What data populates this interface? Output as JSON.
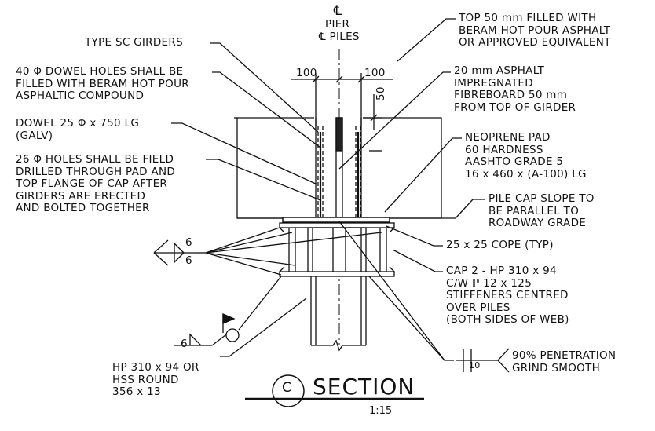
{
  "centerline": {
    "symbol": "℄",
    "line1": "PIER",
    "line2": "℄ PILES"
  },
  "dimensions": {
    "left_width": "100",
    "right_width": "100",
    "depth": "50"
  },
  "labels_left": {
    "girders": "TYPE SC GIRDERS",
    "dowel_holes": "40 Φ DOWEL HOLES SHALL BE\nFILLED WITH BERAM HOT POUR\nASPHALTIC COMPOUND",
    "dowel": "DOWEL 25 Φ x 750 LG\n(GALV)",
    "field_holes": "26 Φ HOLES SHALL BE FIELD\nDRILLED THROUGH PAD AND\nTOP FLANGE OF CAP AFTER\nGIRDERS ARE ERECTED\nAND BOLTED TOGETHER",
    "pile": "HP 310 x 94 OR\nHSS ROUND\n356 x 13"
  },
  "labels_right": {
    "top_fill": "TOP 50 mm FILLED WITH\nBERAM HOT POUR ASPHALT\nOR APPROVED EQUIVALENT",
    "fibreboard": "20 mm ASPHALT\nIMPREGNATED\nFIBREBOARD 50 mm\nFROM TOP OF GIRDER",
    "neoprene": "NEOPRENE PAD\n60 HARDNESS\nAASHTO GRADE 5\n16 x 460 x (A-100) LG",
    "slope": "PILE CAP SLOPE TO\nBE PARALLEL TO\nROADWAY GRADE",
    "cope": "25 x 25 COPE (TYP)",
    "cap": "CAP 2 - HP 310 x 94\nC/W ℙ 12 x 125\nSTIFFENERS CENTRED\nOVER PILES\n(BOTH SIDES OF WEB)",
    "penetration": "90% PENETRATION\nGRIND SMOOTH"
  },
  "welds": {
    "fillet_top": "6",
    "fillet_bottom": "6",
    "field_weld": "6",
    "groove": "10"
  },
  "section": {
    "marker": "C",
    "title": "SECTION",
    "scale": "1:15"
  }
}
